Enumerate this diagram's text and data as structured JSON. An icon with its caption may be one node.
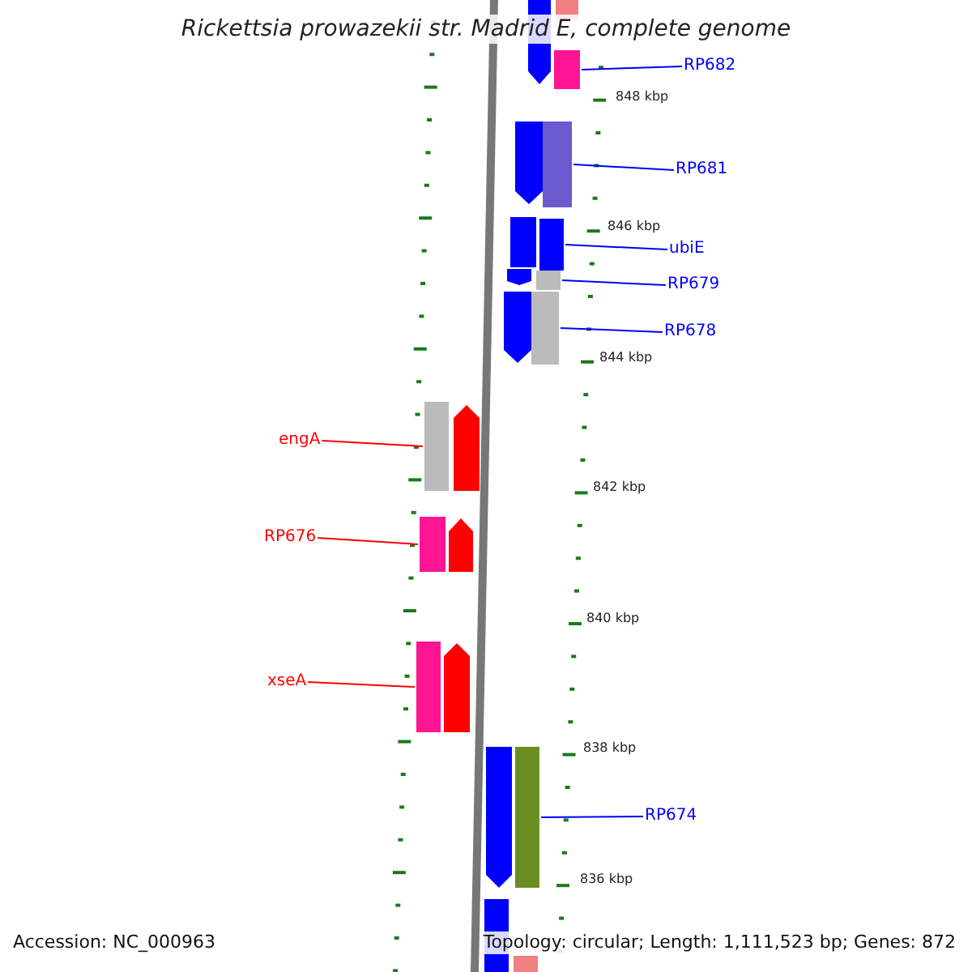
{
  "diagram": {
    "title": "Rickettsia prowazekii str. Madrid E, complete genome",
    "nodes": [
      {
        "text": [
          "RP682"
        ]
      },
      {
        "text": [],
        "shape": "bar"
      },
      {
        "text": [
          "RP681"
        ]
      },
      {
        "text": [],
        "shape": "bar"
      },
      {
        "text": [
          "ubiE"
        ]
      },
      {
        "text": [],
        "shape": "bar"
      },
      {
        "text": [
          "RP679"
        ]
      },
      {
        "text": [],
        "shape": "bar"
      },
      {
        "text": [
          "RP678"
        ]
      },
      {
        "text": [],
        "shape": "bar"
      },
      {
        "text": [
          "engA"
        ]
      },
      {
        "text": [],
        "shape": "bar"
      },
      {
        "text": [
          "RP676"
        ]
      },
      {
        "text": [],
        "shape": "bar"
      },
      {
        "text": [
          "xseA"
        ]
      },
      {
        "text": [],
        "shape": "bar"
      },
      {
        "text": [
          "RP674"
        ]
      },
      {
        "text": [],
        "shape": "bar"
      },
      {
        "text": [],
        "shape": "bar"
      },
      {
        "text": [],
        "shape": "bar"
      },
      {
        "text": [],
        "shape": "bar"
      },
      {
        "text": [],
        "shape": "bar"
      },
      {
        "text": [],
        "shape": "bar"
      },
      {
        "text": [],
        "shape": "bar"
      },
      {
        "text": [],
        "shape": "bar"
      },
      {
        "text": [],
        "shape": "bar"
      },
      {
        "text": [],
        "shape": "bar"
      },
      {
        "text": [],
        "shape": "bar"
      },
      {
        "text": [],
        "shape": "bar"
      },
      {
        "text": [],
        "shape": "bar"
      }
    ],
    "edges": [
      {
        "from": 0,
        "to": 1,
        "arrow": "none"
      },
      {
        "from": 2,
        "to": 3,
        "arrow": "none"
      },
      {
        "from": 4,
        "to": 5,
        "arrow": "none"
      },
      {
        "from": 6,
        "to": 7,
        "arrow": "none"
      },
      {
        "from": 8,
        "to": 9,
        "arrow": "none"
      },
      {
        "from": 10,
        "to": 11,
        "arrow": "none",
        "color": "#ff0000"
      },
      {
        "from": 12,
        "to": 13,
        "arrow": "none",
        "color": "#ff0000"
      },
      {
        "from": 14,
        "to": 15,
        "arrow": "none",
        "color": "#ff0000"
      },
      {
        "from": 16,
        "to": 17,
        "arrow": "none"
      }
    ],
    "labels": [
      "848 kbp",
      "846 kbp",
      "844 kbp",
      "842 kbp",
      "840 kbp",
      "838 kbp",
      "836 kbp",
      "Accession: NC_000963",
      "Topology: circular; Length: 1,111,523 bp; Genes: 872"
    ]
  }
}
